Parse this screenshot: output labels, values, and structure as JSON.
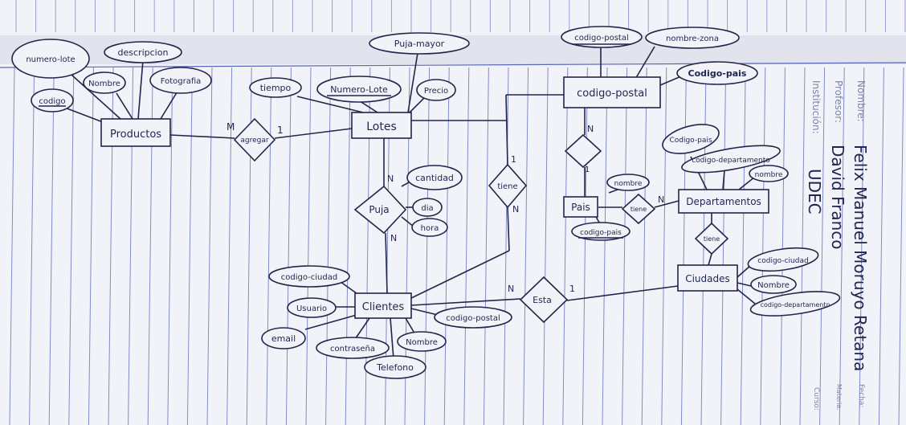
{
  "colors": {
    "paper": "#f2f3f8",
    "rule": "#5b66b8",
    "ink": "#22264a",
    "background": "#5c3a1e"
  },
  "diagram": {
    "entities": {
      "productos": "Productos",
      "lotes": "Lotes",
      "clientes": "Clientes",
      "codigo_postal": "codigo-postal",
      "pais": "Pais",
      "departamentos": "Departamentos",
      "ciudades": "Ciudades"
    },
    "relationships": {
      "agregar": "agregar",
      "puja": "Puja",
      "tiene_lotes": "tiene",
      "esta": "Esta",
      "tiene_pais": "tiene",
      "tiene_depto": "tiene"
    },
    "attributes": {
      "numero_lote_prod": "numero-lote",
      "descripcion": "descripcion",
      "nombre_prod": "Nombre",
      "fotografia": "Fotografia",
      "codigo_prod": "codigo",
      "puja_mayor": "Puja-mayor",
      "tiempo": "tiempo",
      "numero_lote": "Numero-Lote",
      "precio": "Precio",
      "cantidad": "cantidad",
      "dia": "dia",
      "hora": "hora",
      "codigo_ciudad": "codigo-ciudad",
      "usuario": "Usuario",
      "email": "email",
      "contrasena": "contraseña",
      "telefono": "Telefono",
      "nombre_cli": "Nombre",
      "codigo_postal_cli": "codigo-postal",
      "codigo_postal_attr": "codigo-postal",
      "nombre_zona": "nombre-zona",
      "codigo_pais_cp": "Codigo-pais",
      "nombre_pais": "nombre",
      "codigo_pais": "codigo-pais",
      "codigo_pais_depto": "Codigo-pais",
      "codigo_departamento": "codigo-departamento",
      "nombre_depto": "nombre",
      "codigo_ciudad_c": "codigo-ciudad",
      "nombre_ciudad": "Nombre",
      "codigo_departamento_c": "codigo-departamento"
    },
    "cardinalities": {
      "m_agregar": "M",
      "one_agregar": "1",
      "n_puja_top": "N",
      "n_puja_bottom": "N",
      "one_tiene": "1",
      "n_tiene": "N",
      "n_esta": "N",
      "one_esta": "1",
      "n_cp": "N",
      "one_cp": "1",
      "n_pais": "N"
    }
  },
  "margin_labels": {
    "nombre_label": "Nombre:",
    "nombre_value": "Felix Manuel Moruyo Retana",
    "profesor_label": "Profesor:",
    "profesor_value": "David Franco",
    "institucion_label": "Institución:",
    "institucion_value": "UDEC",
    "fecha_label": "Fecha:",
    "materia_label": "Materia:",
    "curso_label": "Curso:"
  }
}
